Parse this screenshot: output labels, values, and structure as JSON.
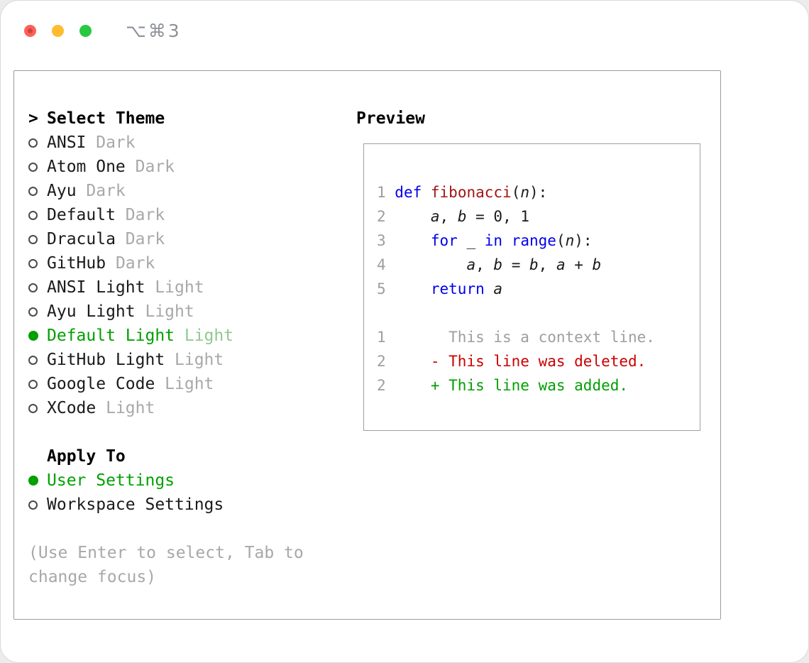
{
  "window": {
    "shortcut_label": "⌥⌘3"
  },
  "theme_selector": {
    "prompt": ">",
    "title": "Select Theme",
    "themes": [
      {
        "name": "ANSI",
        "variant": "Dark",
        "selected": false
      },
      {
        "name": "Atom One",
        "variant": "Dark",
        "selected": false
      },
      {
        "name": "Ayu",
        "variant": "Dark",
        "selected": false
      },
      {
        "name": "Default",
        "variant": "Dark",
        "selected": false
      },
      {
        "name": "Dracula",
        "variant": "Dark",
        "selected": false
      },
      {
        "name": "GitHub",
        "variant": "Dark",
        "selected": false
      },
      {
        "name": "ANSI Light",
        "variant": "Light",
        "selected": false
      },
      {
        "name": "Ayu Light",
        "variant": "Light",
        "selected": false
      },
      {
        "name": "Default Light",
        "variant": "Light",
        "selected": true
      },
      {
        "name": "GitHub Light",
        "variant": "Light",
        "selected": false
      },
      {
        "name": "Google Code",
        "variant": "Light",
        "selected": false
      },
      {
        "name": "XCode",
        "variant": "Light",
        "selected": false
      }
    ]
  },
  "apply_to": {
    "title": "Apply To",
    "options": [
      {
        "label": "User Settings",
        "selected": true
      },
      {
        "label": "Workspace Settings",
        "selected": false
      }
    ]
  },
  "hint_lines": [
    "(Use Enter to select, Tab to",
    "change focus)"
  ],
  "preview": {
    "title": "Preview",
    "code_lines": [
      {
        "num": "1",
        "tokens": [
          [
            "def",
            "kw"
          ],
          [
            " ",
            "pl"
          ],
          [
            "fibonacci",
            "fn"
          ],
          [
            "(",
            "pl"
          ],
          [
            "n",
            "var"
          ],
          [
            "):",
            "pl"
          ]
        ]
      },
      {
        "num": "2",
        "tokens": [
          [
            "    ",
            "pl"
          ],
          [
            "a",
            "var"
          ],
          [
            ", ",
            "pl"
          ],
          [
            "b",
            "var"
          ],
          [
            " = ",
            "pl"
          ],
          [
            "0, 1",
            "pl"
          ]
        ]
      },
      {
        "num": "3",
        "tokens": [
          [
            "    ",
            "pl"
          ],
          [
            "for",
            "kw"
          ],
          [
            " ",
            "pl"
          ],
          [
            "_",
            "var"
          ],
          [
            " ",
            "pl"
          ],
          [
            "in",
            "kw"
          ],
          [
            " ",
            "pl"
          ],
          [
            "range",
            "kw"
          ],
          [
            "(",
            "pl"
          ],
          [
            "n",
            "var"
          ],
          [
            "):",
            "pl"
          ]
        ]
      },
      {
        "num": "4",
        "tokens": [
          [
            "        ",
            "pl"
          ],
          [
            "a",
            "var"
          ],
          [
            ", ",
            "pl"
          ],
          [
            "b",
            "var"
          ],
          [
            " = ",
            "pl"
          ],
          [
            "b",
            "var"
          ],
          [
            ", ",
            "pl"
          ],
          [
            "a",
            "var"
          ],
          [
            " + ",
            "pl"
          ],
          [
            "b",
            "var"
          ]
        ]
      },
      {
        "num": "5",
        "tokens": [
          [
            "    ",
            "pl"
          ],
          [
            "return",
            "kw"
          ],
          [
            " ",
            "pl"
          ],
          [
            "a",
            "var"
          ]
        ]
      }
    ],
    "diff_lines": [
      {
        "num": "1",
        "text": "      This is a context line.",
        "type": "context"
      },
      {
        "num": "2",
        "text": "    - This line was deleted.",
        "type": "deleted"
      },
      {
        "num": "2",
        "text": "    + This line was added.",
        "type": "added"
      }
    ]
  },
  "colors": {
    "keyword": "#0000ee",
    "function": "#a31515",
    "selected_green": "#00a000",
    "selected_variant": "#90c990",
    "deleted_red": "#cc0000",
    "added_green": "#00a000",
    "muted_gray": "#9e9e9e"
  }
}
